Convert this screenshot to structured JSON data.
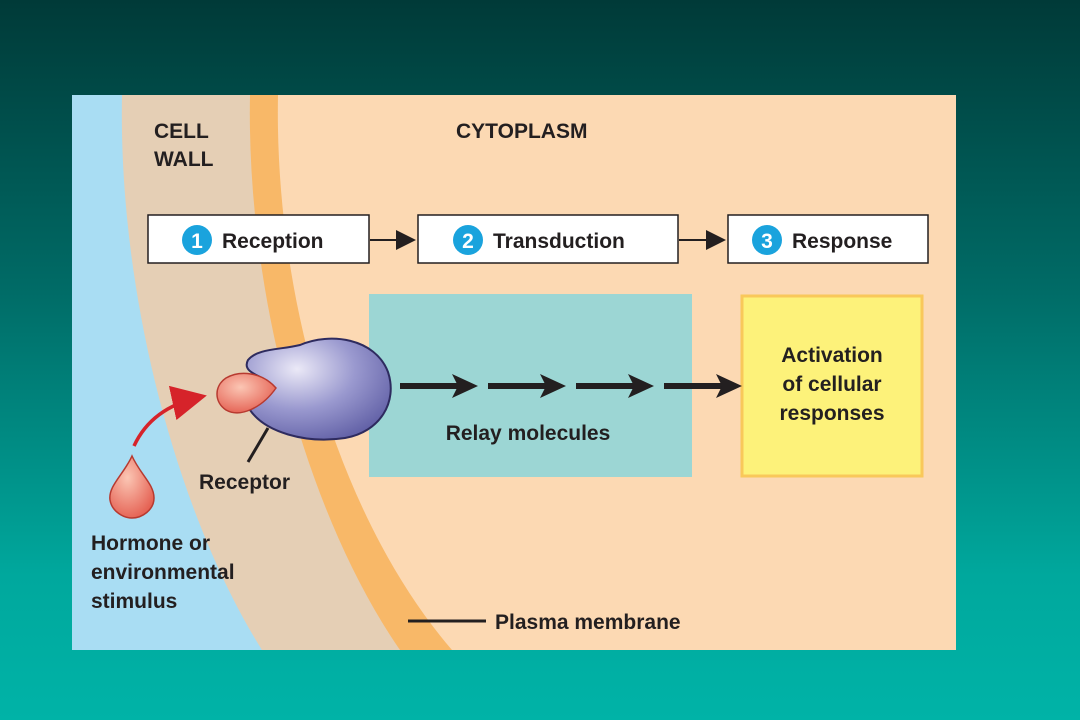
{
  "regions": {
    "cell_wall": [
      "CELL",
      "WALL"
    ],
    "cytoplasm": "CYTOPLASM"
  },
  "steps": [
    {
      "number": "1",
      "label": "Reception"
    },
    {
      "number": "2",
      "label": "Transduction"
    },
    {
      "number": "3",
      "label": "Response"
    }
  ],
  "labels": {
    "receptor": "Receptor",
    "relay_molecules": "Relay molecules",
    "hormone": [
      "Hormone or",
      "environmental",
      "stimulus"
    ],
    "plasma_membrane": "Plasma membrane",
    "response_box": [
      "Activation",
      "of cellular",
      "responses"
    ]
  },
  "colors": {
    "extracellular": "#a9ddf3",
    "cell_wall": "#e5cfb5",
    "membrane": "#f8b868",
    "cytoplasm": "#fcd9b3",
    "relay_box": "#9cd6d4",
    "response_box": "#fdf27a",
    "response_border": "#f9c85a",
    "step_number": "#1aa3dd",
    "hormone": "#e8695a",
    "receptor": "#7d7cb8",
    "signal_arrow": "#d6232a"
  }
}
